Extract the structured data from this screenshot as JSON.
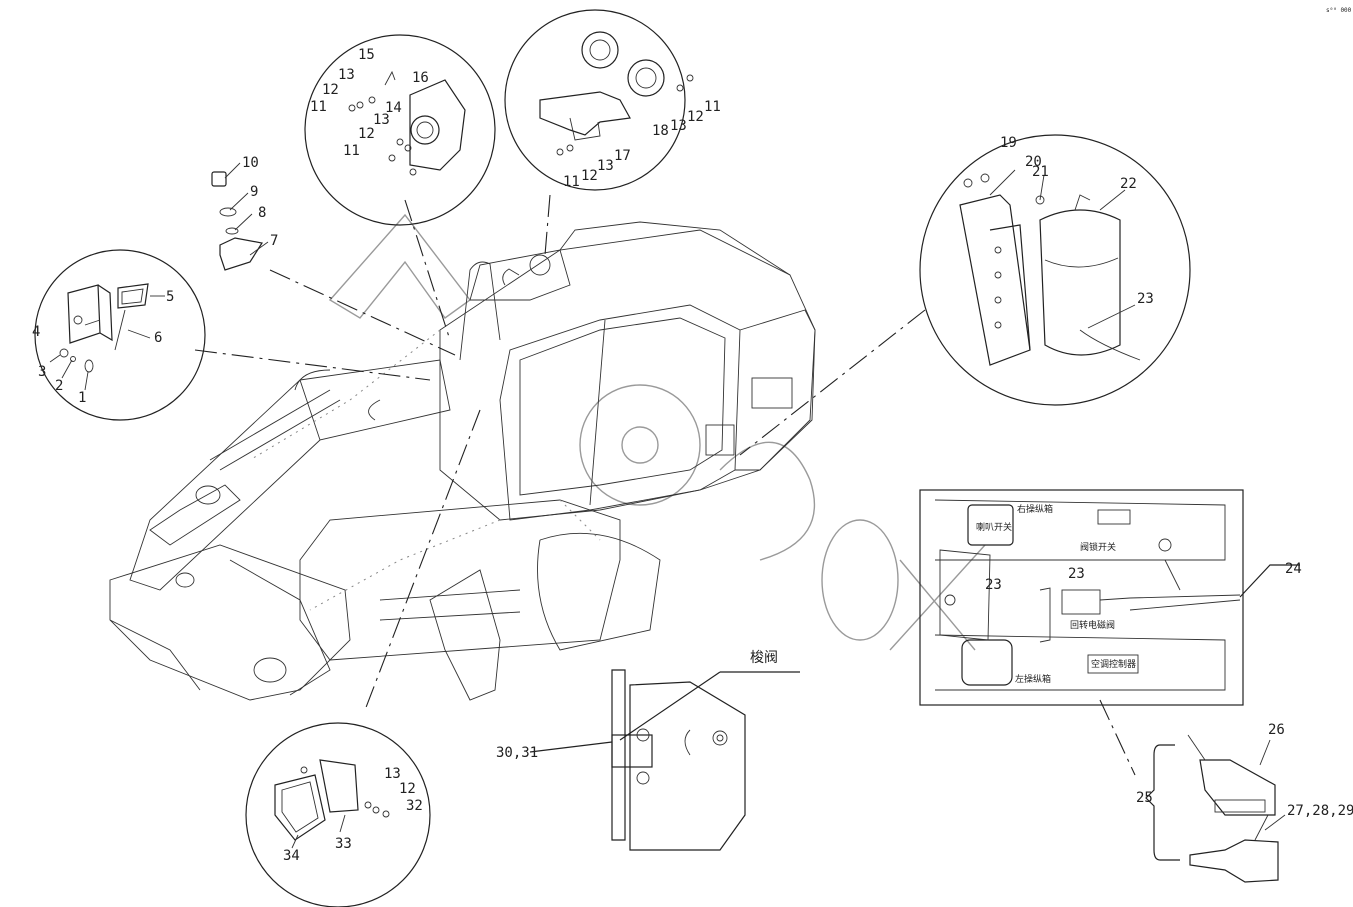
{
  "corner_mark": "s⁰⁰ 000",
  "valve_label": "梭阀",
  "panel": {
    "labels": [
      "右操纵箱",
      "喇叭开关",
      "阀锁开关",
      "回转电磁阀",
      "空调控制器",
      "左操纵箱"
    ]
  },
  "callouts": {
    "c1": "1",
    "c2": "2",
    "c3": "3",
    "c4": "4",
    "c5": "5",
    "c6": "6",
    "c7": "7",
    "c8": "8",
    "c9": "9",
    "c10": "10",
    "c11a": "11",
    "c12a": "12",
    "c13a": "13",
    "c15": "15",
    "c16": "16",
    "c14": "14",
    "c13b": "13",
    "c12b": "12",
    "c11b": "11",
    "c11c": "11",
    "c12c": "12",
    "c13c": "13",
    "c17": "17",
    "c18": "18",
    "c13d": "13",
    "c12d": "12",
    "c11d": "11",
    "c19": "19",
    "c20": "20",
    "c21": "21",
    "c22": "22",
    "c23a": "23",
    "c23b": "23",
    "c23c": "23",
    "c24": "24",
    "c25": "25",
    "c26": "26",
    "c27": "27,28,29",
    "c30": "30,31",
    "c13e": "13",
    "c12e": "12",
    "c32": "32",
    "c33": "33",
    "c34": "34"
  }
}
